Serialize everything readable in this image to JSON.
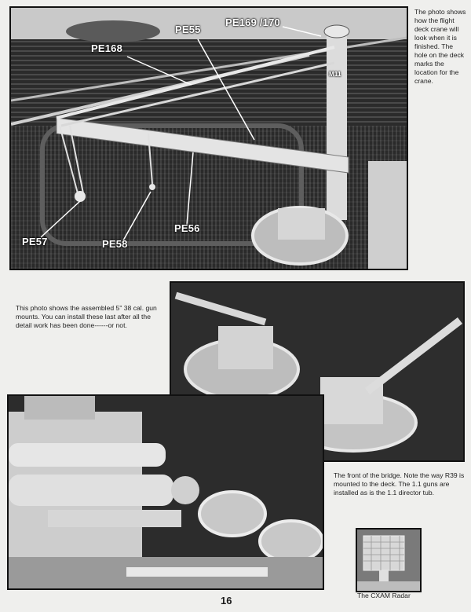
{
  "photo1": {
    "callouts": {
      "pe169_170": "PE169 /170",
      "pe55": "PE55",
      "pe168": "PE168",
      "m11": "M11",
      "pe57": "PE57",
      "pe58": "PE58",
      "pe56": "PE56"
    },
    "caption": "The photo shows how the flight deck crane will look when it is finished.  The hole on the deck marks the location for the crane."
  },
  "photo2": {
    "caption": "This photo shows the assembled 5\" 38 cal. gun mounts.  You can install these last after all the detail work has been done------or not."
  },
  "photo3": {
    "caption": "The front of the bridge.  Note the way R39 is mounted to the deck.  The 1.1 guns are installed as is the 1.1 director tub."
  },
  "photo4": {
    "caption": "The CXAM Radar"
  },
  "page_number": "16"
}
